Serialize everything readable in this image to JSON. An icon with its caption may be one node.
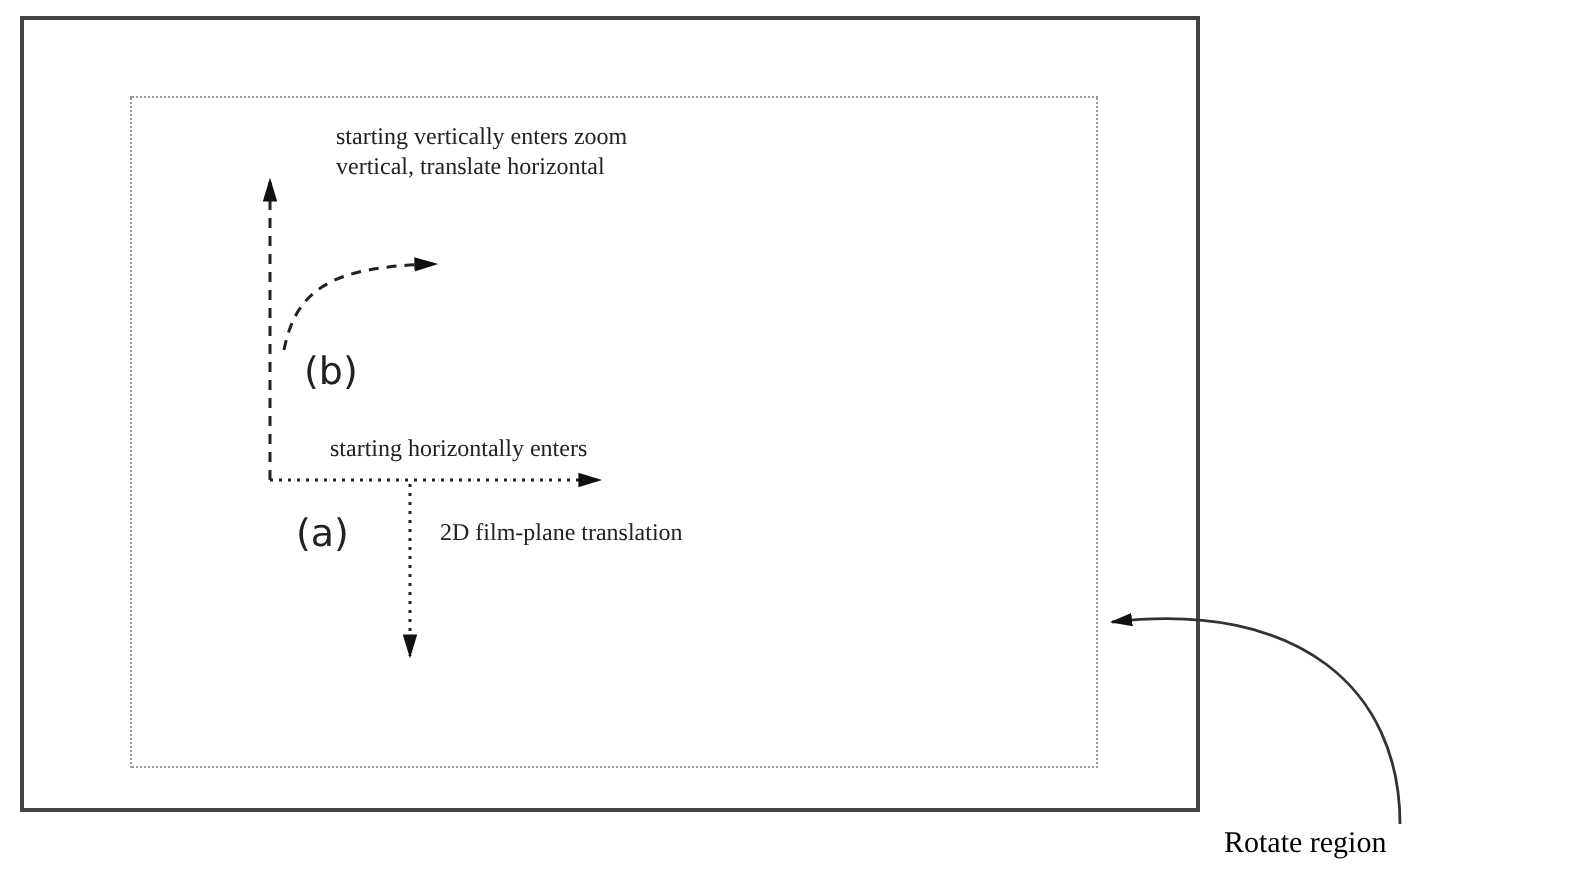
{
  "diagram": {
    "nodes": [
      {
        "text": [],
        "shape": "box"
      },
      {
        "text": [],
        "shape": "box",
        "in": 0
      },
      {
        "text": [
          "Rotate region"
        ]
      }
    ],
    "edges": [
      {
        "from": 2,
        "to": 0,
        "arrow": "to"
      }
    ],
    "labels": [
      "starting vertically enters zoom vertical, translate horizontal",
      "(b)",
      "starting horizontally enters",
      "(a)",
      "2D film-plane translation"
    ]
  }
}
